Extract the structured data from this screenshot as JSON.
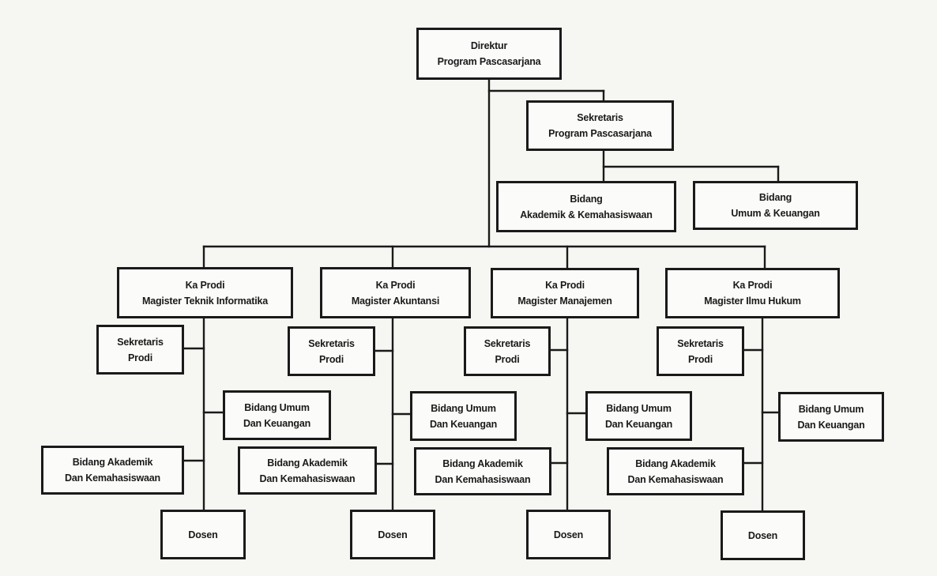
{
  "colors": {
    "line": "#1a1a1a",
    "background": "#f6f6f3",
    "box_fill": "#fbfbf9"
  },
  "direktur": {
    "line1": "Direktur",
    "line2": "Program Pascasarjana"
  },
  "sekretaris": {
    "line1": "Sekretaris",
    "line2": "Program Pascasarjana"
  },
  "bidang_akademik": {
    "line1": "Bidang",
    "line2": "Akademik & Kemahasiswaan"
  },
  "bidang_umum": {
    "line1": "Bidang",
    "line2": "Umum & Keuangan"
  },
  "prodi": [
    {
      "head_line1": "Ka Prodi",
      "head_line2": "Magister Teknik Informatika",
      "sekretaris_line1": "Sekretaris",
      "sekretaris_line2": "Prodi",
      "umum_line1": "Bidang Umum",
      "umum_line2": "Dan Keuangan",
      "akademik_line1": "Bidang Akademik",
      "akademik_line2": "Dan Kemahasiswaan",
      "dosen": "Dosen"
    },
    {
      "head_line1": "Ka Prodi",
      "head_line2": "Magister Akuntansi",
      "sekretaris_line1": "Sekretaris",
      "sekretaris_line2": "Prodi",
      "umum_line1": "Bidang Umum",
      "umum_line2": "Dan Keuangan",
      "akademik_line1": "Bidang Akademik",
      "akademik_line2": "Dan Kemahasiswaan",
      "dosen": "Dosen"
    },
    {
      "head_line1": "Ka Prodi",
      "head_line2": "Magister Manajemen",
      "sekretaris_line1": "Sekretaris",
      "sekretaris_line2": "Prodi",
      "umum_line1": "Bidang Umum",
      "umum_line2": "Dan Keuangan",
      "akademik_line1": "Bidang Akademik",
      "akademik_line2": "Dan Kemahasiswaan",
      "dosen": "Dosen"
    },
    {
      "head_line1": "Ka Prodi",
      "head_line2": "Magister Ilmu Hukum",
      "sekretaris_line1": "Sekretaris",
      "sekretaris_line2": "Prodi",
      "umum_line1": "Bidang Umum",
      "umum_line2": "Dan Keuangan",
      "akademik_line1": "Bidang Akademik",
      "akademik_line2": "Dan Kemahasiswaan",
      "dosen": "Dosen"
    }
  ]
}
